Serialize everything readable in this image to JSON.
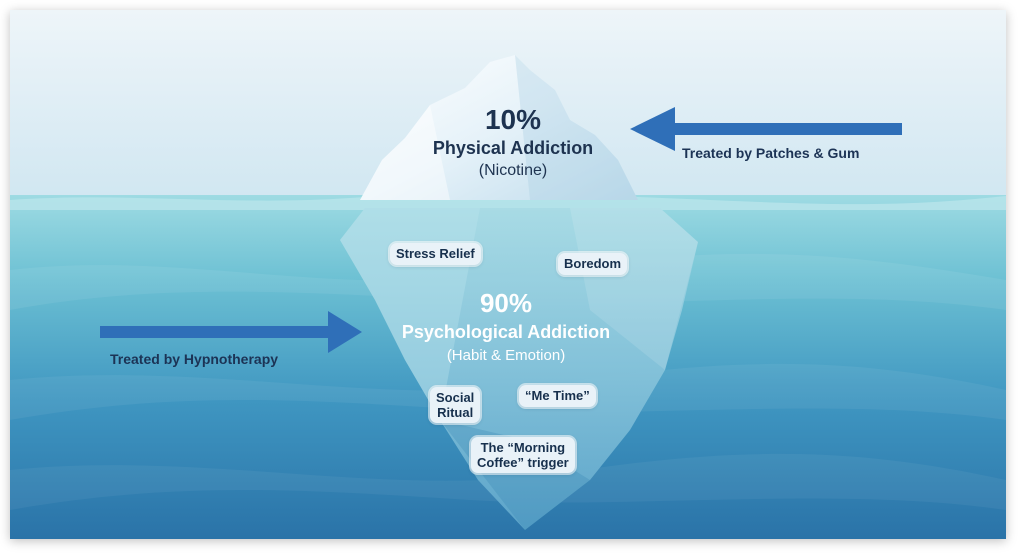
{
  "top": {
    "percent": "10%",
    "title": "Physical Addiction",
    "subtitle": "(Nicotine)"
  },
  "bottom": {
    "percent": "90%",
    "title": "Psychological Addiction",
    "subtitle": "(Habit & Emotion)"
  },
  "arrows": {
    "right_label": "Treated by Patches & Gum",
    "left_label": "Treated by Hypnotherapy"
  },
  "triggers": {
    "stress_relief": "Stress Relief",
    "boredom": "Boredom",
    "social_ritual_line1": "Social",
    "social_ritual_line2": "Ritual",
    "me_time": "“Me Time”",
    "morning_coffee_line1": "The “Morning",
    "morning_coffee_line2": "Coffee” trigger"
  },
  "colors": {
    "sky": "#e3f0f7",
    "water_surface": "#8fd3dd",
    "water_deep": "#2e7fb0",
    "arrow": "#2f6fb8",
    "text_dark": "#1e3350"
  }
}
